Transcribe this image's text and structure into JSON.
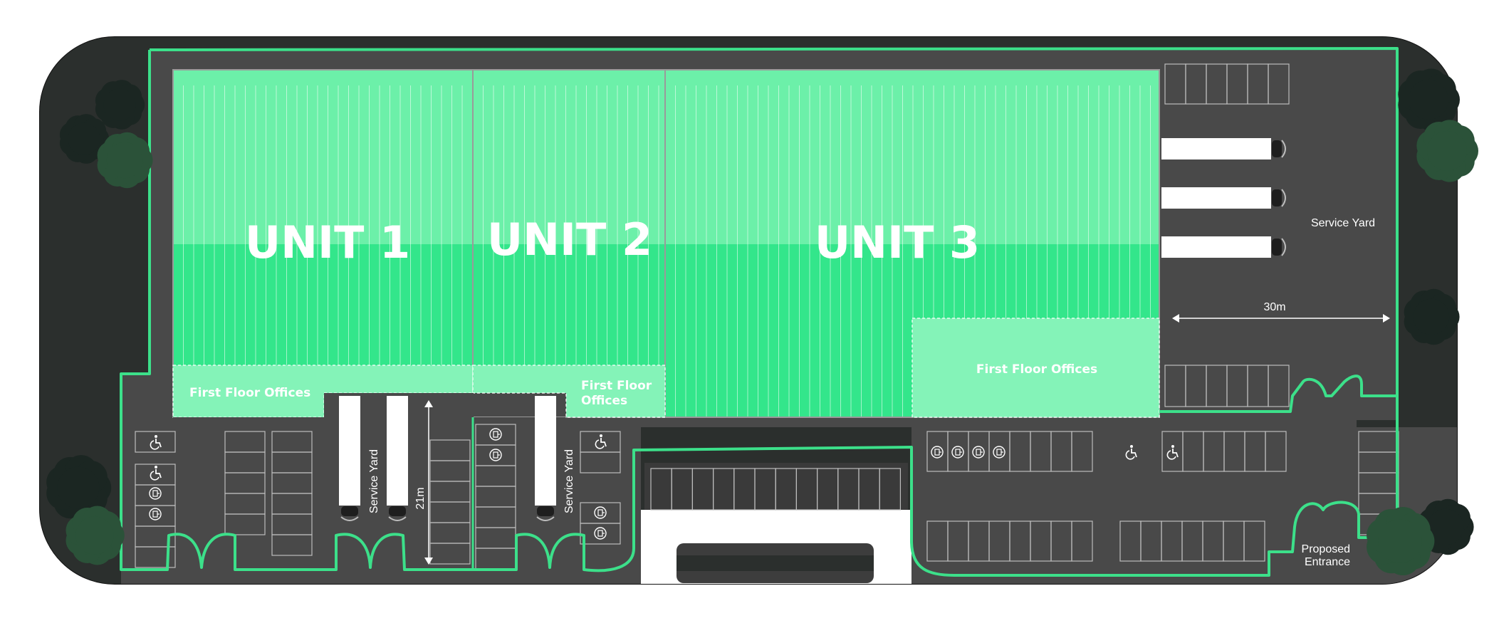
{
  "site": {
    "units": [
      {
        "id": "unit-1",
        "label": "UNIT 1",
        "offices_label": "First Floor Offices"
      },
      {
        "id": "unit-2",
        "label": "UNIT 2",
        "offices_label": "First Floor\nOffices"
      },
      {
        "id": "unit-3",
        "label": "UNIT 3",
        "offices_label": "First Floor Offices"
      }
    ],
    "service_yard_label": "Service Yard",
    "yard_width_label": "30m",
    "yard_depth_label": "21m",
    "entrance_label": "Proposed\nEntrance"
  },
  "icons": {
    "accessible_parking": "accessible-parking-icon",
    "ev_charging": "ev-charging-icon",
    "tree": "tree-icon",
    "lorry": "lorry-icon"
  },
  "colors": {
    "asphalt": "#494949",
    "verge": "#2b2f2d",
    "building_roof_light": "#6cf0a9",
    "building_roof": "#33e68b",
    "offices": "#84f3b8",
    "boundary": "#3ce08a",
    "tree_dark": "#1b2622",
    "tree_light": "#2b5239"
  }
}
